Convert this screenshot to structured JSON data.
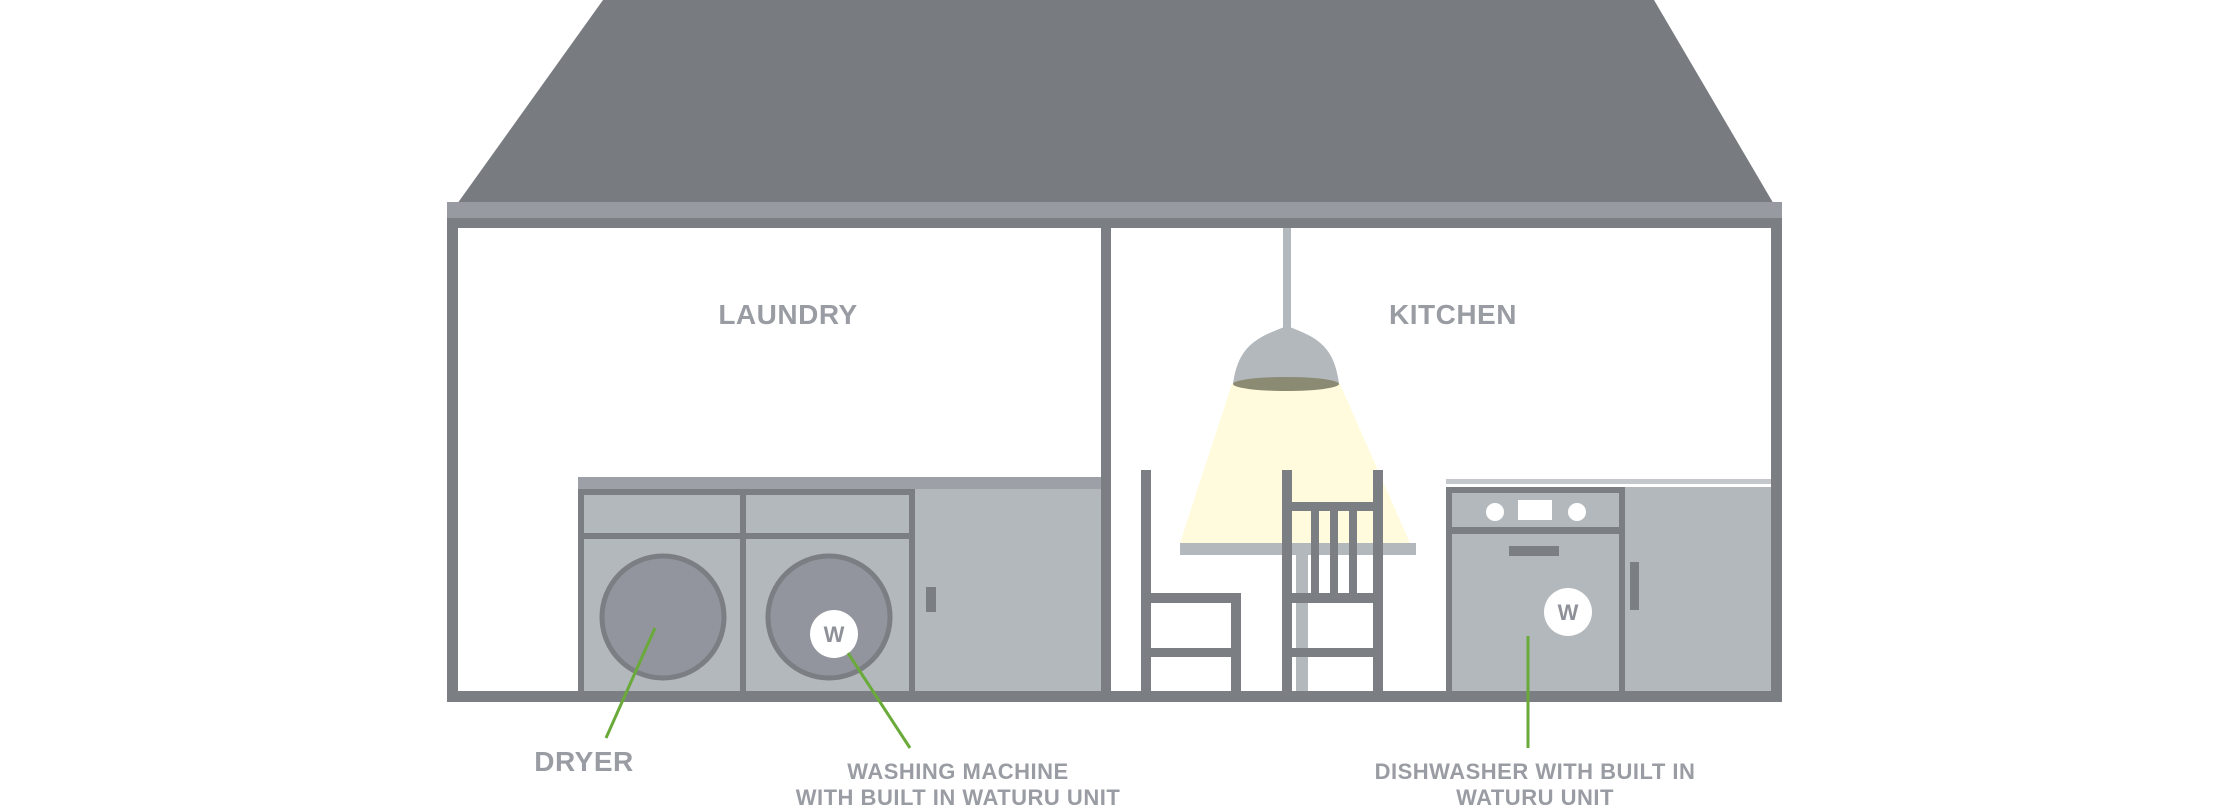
{
  "rooms": {
    "laundry": "LAUNDRY",
    "kitchen": "KITCHEN"
  },
  "callouts": {
    "dryer": "DRYER",
    "washing_machine_line1": "WASHING MACHINE",
    "washing_machine_line2": "WITH BUILT IN WATURU UNIT",
    "dishwasher_line1": "DISHWASHER WITH BUILT IN",
    "dishwasher_line2": "WATURU UNIT"
  },
  "badges": {
    "washer": "W",
    "dishwasher": "W"
  },
  "colors": {
    "roof": "#787b80",
    "wall": "#7b7e83",
    "appliance": "#b3b8bd",
    "drum": "#92959d",
    "callout_line": "#6aaa3a",
    "label_text": "#9a9ca3",
    "lamp_light": "#fffbdc"
  }
}
